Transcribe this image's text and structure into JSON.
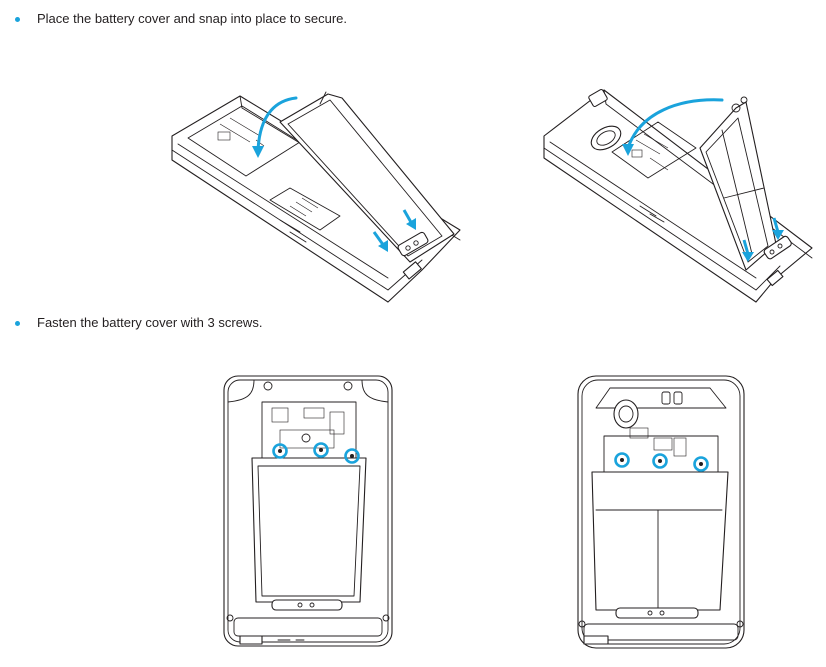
{
  "colors": {
    "accent": "#1aa3dc",
    "text": "#231f20"
  },
  "steps": [
    {
      "text": "Place the battery cover and snap into place to secure."
    },
    {
      "text": "Fasten the battery cover with 3 screws."
    }
  ],
  "figures": {
    "cover_back_device_iso": "device-isometric-illustration",
    "cover_front_device_iso": "device-isometric-illustration",
    "screws_device_a": "device-rear-illustration",
    "screws_device_b": "device-rear-illustration"
  }
}
